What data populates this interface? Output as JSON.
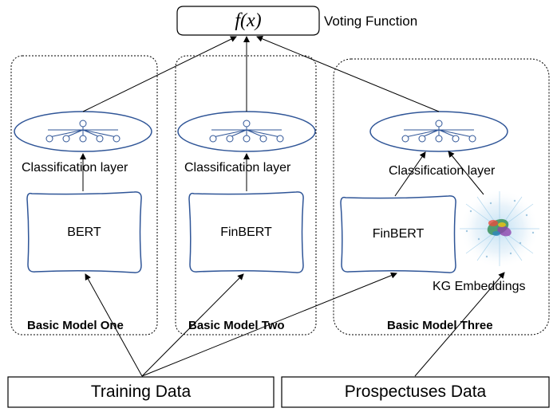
{
  "voting": {
    "formula": "f(x)",
    "label": "Voting Function"
  },
  "models": [
    {
      "title": "Basic Model One",
      "classifier_label": "Classification layer",
      "encoder": "BERT"
    },
    {
      "title": "Basic Model Two",
      "classifier_label": "Classification layer",
      "encoder": "FinBERT"
    },
    {
      "title": "Basic Model Three",
      "classifier_label": "Classification layer",
      "encoder": "FinBERT",
      "extra": "KG Embeddings"
    }
  ],
  "inputs": {
    "training": "Training Data",
    "prospectuses": "Prospectuses Data"
  },
  "colors": {
    "stroke": "#000000",
    "blue": "#2f5597",
    "light_blue": "#6fa8dc"
  }
}
